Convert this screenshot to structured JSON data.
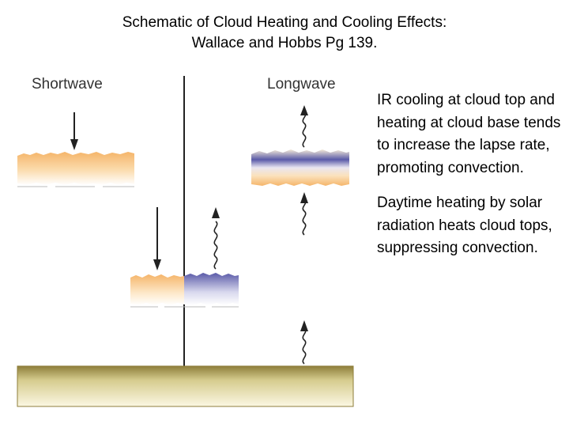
{
  "title": {
    "line1": "Schematic of Cloud Heating and Cooling Effects:",
    "line2": "Wallace and Hobbs Pg 139."
  },
  "diagram": {
    "shortwave_label": "Shortwave",
    "longwave_label": "Longwave",
    "colors": {
      "heating": "#f5b56a",
      "cooling": "#5a5aa8",
      "ground": "#8e7e3a",
      "ground_light": "#fbf7e3",
      "line": "#222222"
    }
  },
  "notes": [
    "IR cooling at cloud top and heating at cloud base tends to increase the lapse rate, promoting convection.",
    "Daytime heating by solar radiation heats cloud tops, suppressing convection."
  ]
}
